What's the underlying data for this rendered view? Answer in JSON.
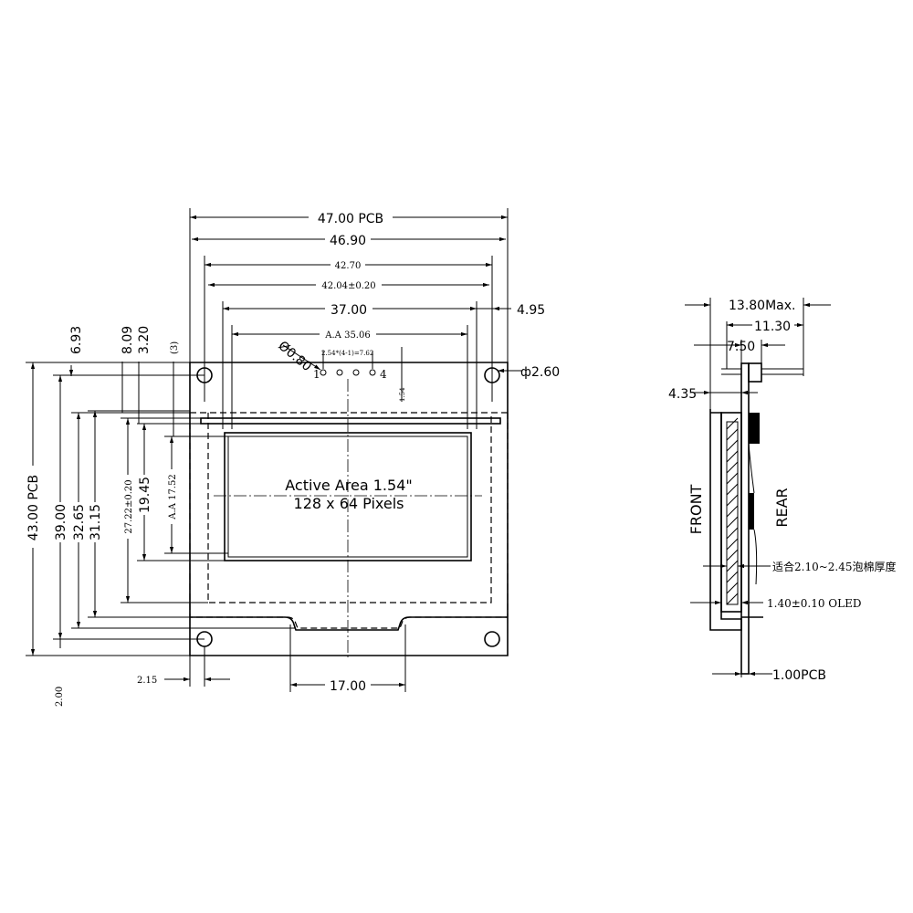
{
  "front_view": {
    "dims_horizontal": {
      "pcb_width": "47.00 PCB",
      "width_4690": "46.90",
      "width_4270": "42.70",
      "width_4204": "42.04±0.20",
      "width_3700": "37.00",
      "offset_495": "4.95",
      "active_width": "A.A 35.06",
      "pin_pitch": "2.54*(4-1)=7.62",
      "hole_dia": "ф2.60",
      "pin_hole_dia": "Ø0.80",
      "bottom_2_15": "2.15",
      "bottom_17_00": "17.00"
    },
    "dims_vertical": {
      "pcb_height": "43.00 PCB",
      "h_3900": "39.00",
      "h_3265": "32.65",
      "h_3115": "31.15",
      "h_2722": "27.22±0.20",
      "h_1945": "19.45",
      "active_height": "A.A 17.52",
      "top_693": "6.93",
      "top_809": "8.09",
      "top_320": "3.20",
      "top_3": "(3)",
      "pin_154": "1.54",
      "bottom_200": "2.00"
    },
    "pins": {
      "first": "1",
      "last": "4"
    },
    "center_text": {
      "line1": "Active Area 1.54\"",
      "line2": "128  x  64 Pixels"
    }
  },
  "side_view": {
    "dims": {
      "max_thickness": "13.80Max.",
      "d_1130": "11.30",
      "d_750": "7.50",
      "d_435": "4.35",
      "foam_note": "适合2.10~2.45泡棉厚度",
      "oled_note": "1.40±0.10 OLED",
      "pcb_note": "1.00PCB"
    },
    "labels": {
      "front": "FRONT",
      "rear": "REAR"
    }
  }
}
